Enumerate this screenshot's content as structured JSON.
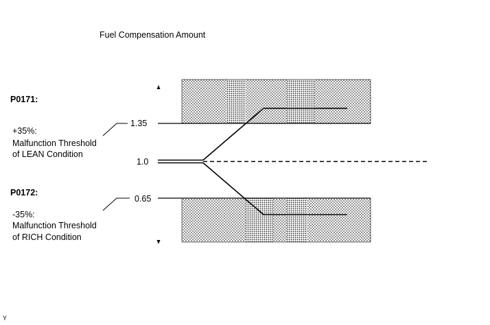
{
  "title": "Fuel Compensation Amount",
  "p0171": {
    "code": "P0171:",
    "percent": "+35%:",
    "desc_line1": "Malfunction Threshold",
    "desc_line2": "of LEAN Condition"
  },
  "p0172": {
    "code": "P0172:",
    "percent": "-35%:",
    "desc_line1": "Malfunction Threshold",
    "desc_line2": "of RICH Condition"
  },
  "axis": {
    "upper_value": "1.35",
    "center_value": "1.0",
    "lower_value": "0.65"
  },
  "corner_label": "Y"
}
